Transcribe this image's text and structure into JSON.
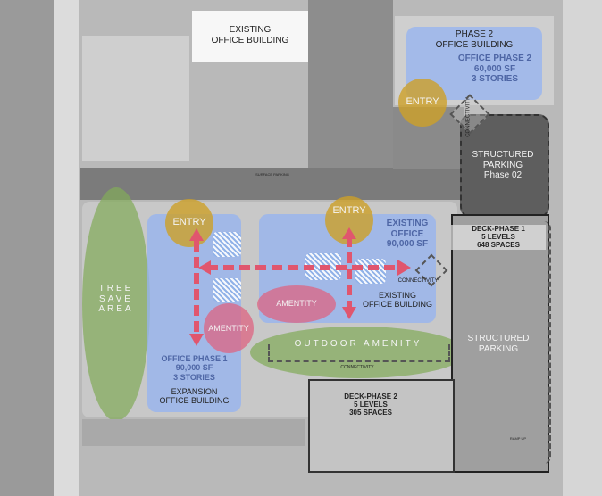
{
  "labels": {
    "existing_top": [
      "EXISTING",
      "OFFICE BUILDING"
    ],
    "phase2_office": [
      "PHASE 2",
      "OFFICE BUILDING"
    ],
    "phase2_stats": [
      "OFFICE PHASE 2",
      "60,000 SF",
      "3 STORIES"
    ],
    "entry": "ENTRY",
    "structured_parking_p2": [
      "STRUCTURED",
      "PARKING",
      "Phase 02"
    ],
    "connectivity": "CONNECTIVITY",
    "surface_parking": "SURFACE PARKING",
    "existing_office_stats": [
      "EXISTING OFFICE",
      "90,000 SF"
    ],
    "existing_office_building": [
      "EXISTING",
      "OFFICE BUILDING"
    ],
    "expansion": [
      "EXPANSION",
      "OFFICE BUILDING"
    ],
    "phase1_stats": [
      "OFFICE PHASE 1",
      "90,000 SF",
      "3 STORIES"
    ],
    "amenity": "AMENTITY",
    "outdoor_amenity": "OUTDOOR AMENITY",
    "tree_save": [
      "TREE",
      "SAVE",
      "AREA"
    ],
    "deck1": [
      "DECK-PHASE 1",
      "5 LEVELS",
      "648 SPACES"
    ],
    "deck2": [
      "DECK-PHASE 2",
      "5 LEVELS",
      "305 SPACES"
    ],
    "structured_parking": [
      "STRUCTURED",
      "PARKING"
    ],
    "ramp_up": "RAMP UP"
  },
  "colors": {
    "office": "#96b4f0",
    "entry": "#cda028",
    "amenity": "#de6482",
    "green": "#82aa5a",
    "arrow": "#e0566e"
  }
}
